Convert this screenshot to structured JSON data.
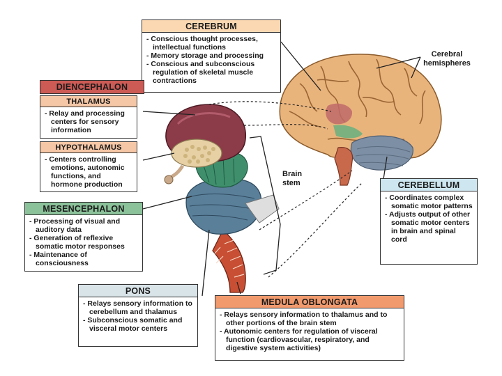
{
  "colors": {
    "cerebrum": "#fbd8b2",
    "diencephalon": "#cc5a55",
    "diencephalon_sub": "#f6c7a6",
    "mesencephalon": "#8bc29a",
    "cerebellum": "#cde6ef",
    "pons": "#d9e4e9",
    "medulla": "#f19a6e"
  },
  "cerebrum": {
    "title": "CEREBRUM",
    "items": [
      "Conscious thought processes, intellectual functions",
      "Memory storage and processing",
      "Conscious and subconscious regulation of skeletal muscle contractions"
    ]
  },
  "diencephalon": {
    "title": "DIENCEPHALON",
    "thalamus": {
      "title": "THALAMUS",
      "items": [
        "Relay and processing centers for sensory information"
      ]
    },
    "hypothalamus": {
      "title": "HYPOTHALAMUS",
      "items": [
        "Centers controlling emotions, autonomic functions, and hormone production"
      ]
    }
  },
  "mesencephalon": {
    "title": "MESENCEPHALON",
    "items": [
      "Processing of visual and auditory data",
      "Generation of reflexive somatic motor responses",
      "Maintenance of consciousness"
    ]
  },
  "cerebellum": {
    "title": "CEREBELLUM",
    "items": [
      "Coordinates complex somatic motor patterns",
      "Adjusts output of other somatic motor centers in brain and spinal cord"
    ]
  },
  "pons": {
    "title": "PONS",
    "items": [
      "Relays sensory information to cerebellum and thalamus",
      "Subconscious somatic and visceral motor centers"
    ]
  },
  "medulla": {
    "title": "MEDULA OBLONGATA",
    "items": [
      "Relays sensory information to thalamus and to other portions of the brain stem",
      "Autonomic centers for regulation of visceral function (cardiovascular, respiratory, and digestive system activities)"
    ]
  },
  "labels": {
    "cerebral_hemispheres": "Cerebral hemispheres",
    "brain_stem": "Brain stem"
  }
}
